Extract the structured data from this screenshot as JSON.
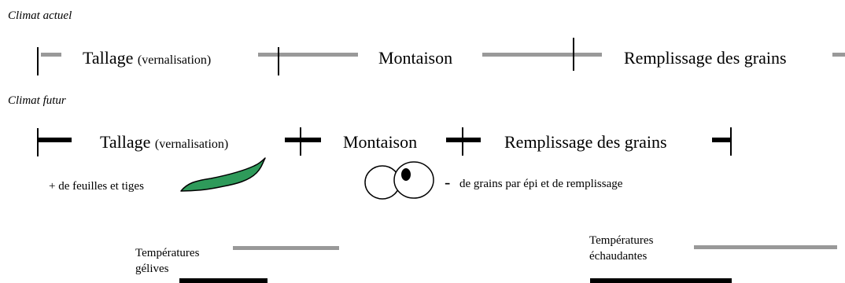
{
  "current_climate": {
    "title": "Climat actuel",
    "phases": [
      {
        "name": "Tallage",
        "note": "(vernalisation)"
      },
      {
        "name": "Montaison"
      },
      {
        "name": "Remplissage des grains"
      }
    ]
  },
  "future_climate": {
    "title": "Climat futur",
    "phases": [
      {
        "name": "Tallage",
        "note": "(vernalisation)"
      },
      {
        "name": "Montaison"
      },
      {
        "name": "Remplissage des grains"
      }
    ],
    "effects": {
      "leaves": "+ de feuilles et tiges",
      "grains_sign": "-",
      "grains": "de grains par épi et de remplissage"
    }
  },
  "legend": {
    "frost_label_1": "Températures",
    "frost_label_2": "gélives",
    "heat_label_1": "Températures",
    "heat_label_2": "échaudantes"
  },
  "colors": {
    "current": "#999999",
    "future": "#000000",
    "leaf": "#2e9a5a"
  }
}
